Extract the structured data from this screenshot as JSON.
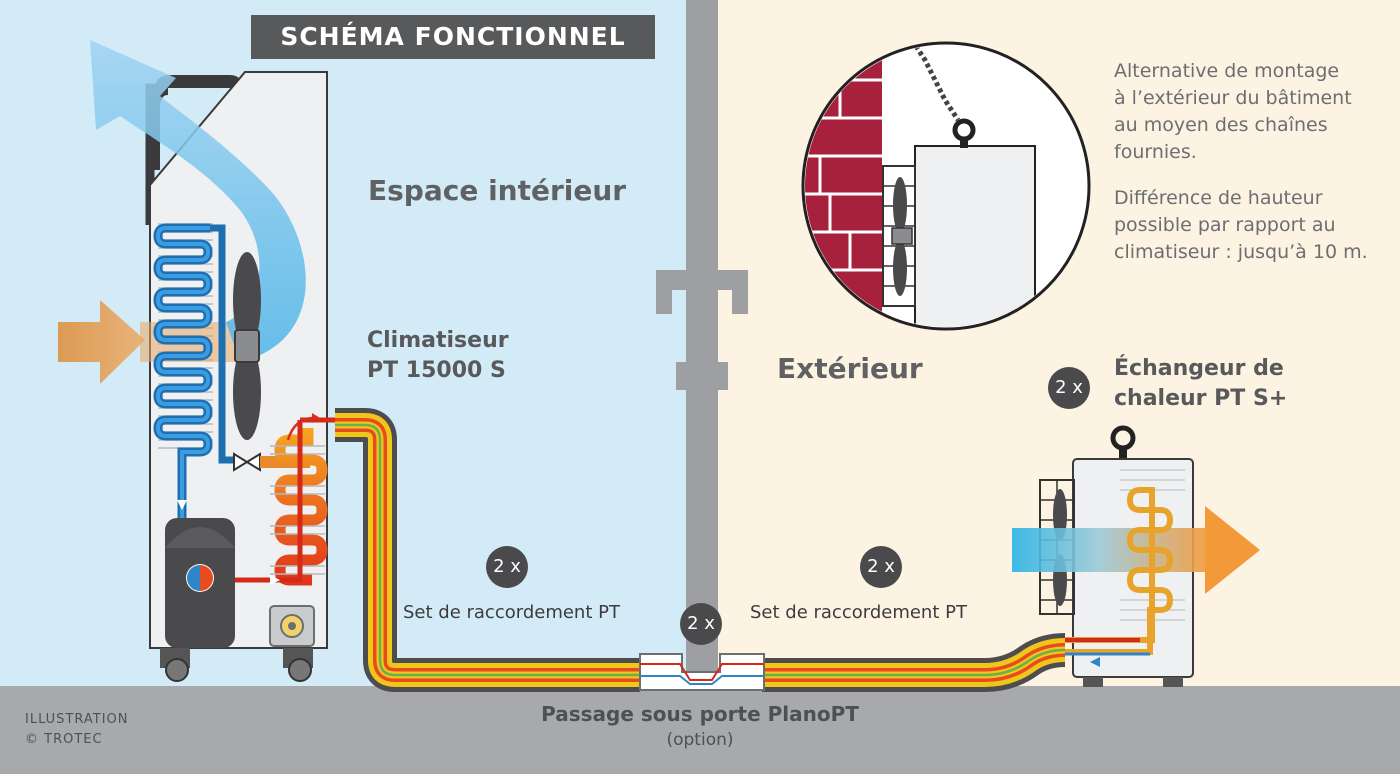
{
  "title": "SCHÉMA FONCTIONNEL",
  "zones": {
    "interior": "Espace intérieur",
    "exterior": "Extérieur"
  },
  "products": {
    "climatiseur_line1": "Climatiseur",
    "climatiseur_line2": "PT 15000 S",
    "echangeur_line1": "Échangeur de",
    "echangeur_line2": "chaleur PT S+"
  },
  "badges": {
    "echangeur_qty": "2 x",
    "set_left_qty": "2 x",
    "set_right_qty": "2 x",
    "passage_qty": "2 x"
  },
  "labels": {
    "set_left": "Set de raccordement PT",
    "set_right": "Set de raccordement PT"
  },
  "notes": {
    "montage_l1": "Alternative de montage",
    "montage_l2": "à l’extérieur du bâtiment",
    "montage_l3": "au moyen des chaînes",
    "montage_l4": "fournies.",
    "hauteur_l1": "Différence de hauteur",
    "hauteur_l2": "possible par rapport au",
    "hauteur_l3": "climatiseur : jusqu’à 10 m."
  },
  "floor": {
    "passage": "Passage sous porte PlanoPT",
    "option": "(option)"
  },
  "credit": {
    "line1": "ILLUSTRATION",
    "line2": "© TROTEC"
  },
  "colors": {
    "interior_bg": "#d3eaf7",
    "exterior_bg": "#fdf3e3",
    "floor": "#a7a9ac",
    "wall": "#9d9fa2",
    "airflow_in": "#e2a15a",
    "airflow_blue": "#7ec8ee",
    "coil_blue": "#2f86c7",
    "coil_red": "#e84c1e",
    "hose_outer": "#4d4d4f",
    "brick": "#a8213c"
  }
}
